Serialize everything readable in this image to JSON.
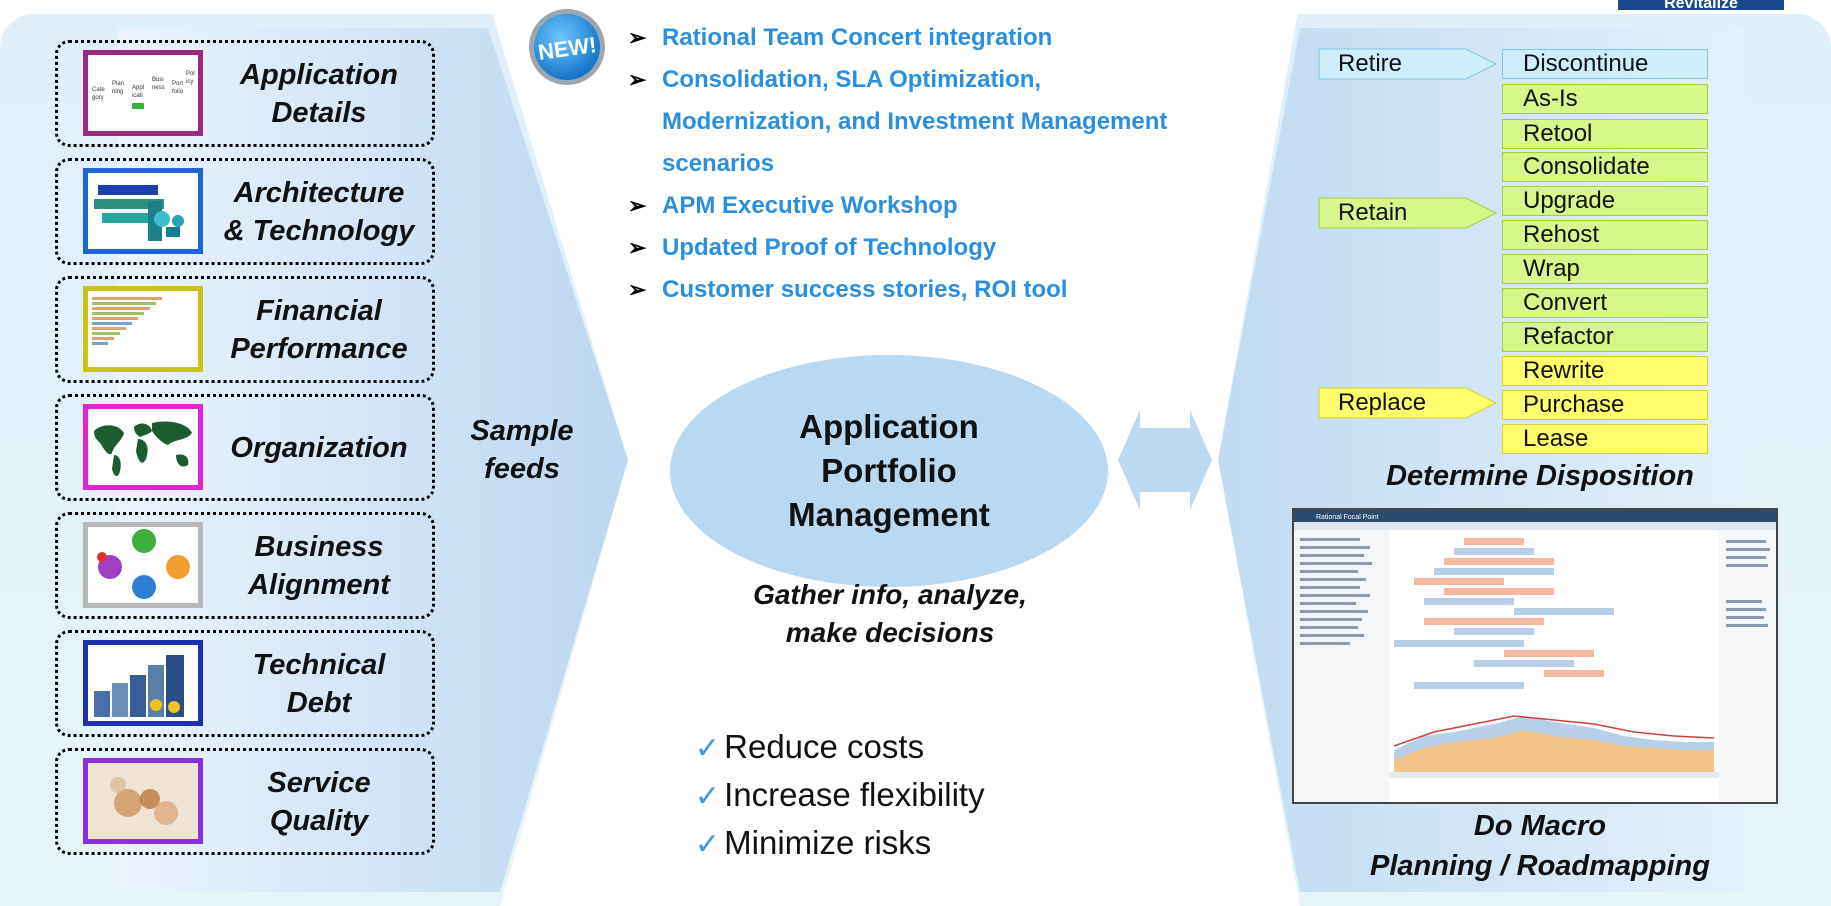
{
  "header": {
    "tag": "Revitalize"
  },
  "feeds": [
    {
      "label": "Application\nDetails",
      "color": "#9b2a7d"
    },
    {
      "label": "Architecture\n& Technology",
      "color": "#1f63d6"
    },
    {
      "label": "Financial\nPerformance",
      "color": "#c9c418"
    },
    {
      "label": "Organization",
      "color": "#e023d4"
    },
    {
      "label": "Business\nAlignment",
      "color": "#b8b8b8"
    },
    {
      "label": "Technical\nDebt",
      "color": "#1e2fb0"
    },
    {
      "label": "Service\nQuality",
      "color": "#8b2ee0"
    }
  ],
  "feeds_caption": "Sample feeds",
  "new_badge": "NEW!",
  "new_items": [
    "Rational Team Concert integration",
    "Consolidation, SLA Optimization,",
    "Modernization, and Investment Management",
    "scenarios",
    "APM Executive Workshop",
    "Updated Proof of Technology",
    "Customer success stories, ROI tool"
  ],
  "center": {
    "title": "Application\nPortfolio\nManagement",
    "subtitle": "Gather info, analyze,\nmake decisions"
  },
  "benefits": [
    "Reduce costs",
    "Increase flexibility",
    "Minimize risks"
  ],
  "disposition": {
    "categories": [
      {
        "name": "Retire",
        "color": "#cfeefb"
      },
      {
        "name": "Retain",
        "color": "#d8f78a"
      },
      {
        "name": "Replace",
        "color": "#ffff6e"
      }
    ],
    "options": [
      {
        "name": "Discontinue",
        "group": "Retire"
      },
      {
        "name": "As-Is",
        "group": "Retain"
      },
      {
        "name": "Retool",
        "group": "Retain"
      },
      {
        "name": "Consolidate",
        "group": "Retain"
      },
      {
        "name": "Upgrade",
        "group": "Retain"
      },
      {
        "name": "Rehost",
        "group": "Retain"
      },
      {
        "name": "Wrap",
        "group": "Retain"
      },
      {
        "name": "Convert",
        "group": "Retain"
      },
      {
        "name": "Refactor",
        "group": "Retain"
      },
      {
        "name": "Rewrite",
        "group": "Replace"
      },
      {
        "name": "Purchase",
        "group": "Replace"
      },
      {
        "name": "Lease",
        "group": "Replace"
      }
    ],
    "title": "Determine Disposition"
  },
  "roadmap": {
    "title": "Do Macro\nPlanning / Roadmapping",
    "app_header": "Rational Focal Point"
  }
}
